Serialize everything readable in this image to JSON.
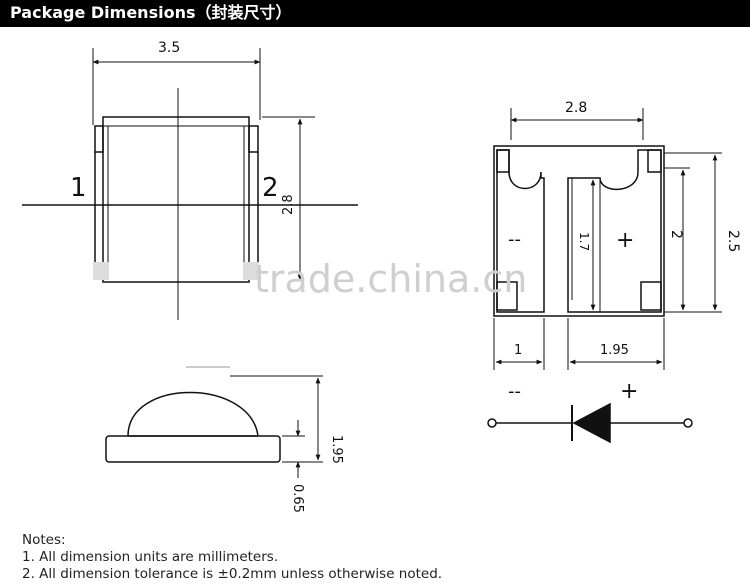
{
  "header": {
    "title": "Package Dimensions（封装尺寸）"
  },
  "top_view": {
    "dim_width": "3.5",
    "dim_height": "2.8",
    "pin1": "1",
    "pin2": "2"
  },
  "side_view": {
    "dim_dome": "1.95",
    "dim_base": "0.65"
  },
  "bottom_view": {
    "dim_width": "2.8",
    "dim_height_outer": "2.5",
    "dim_height_inner": "2",
    "dim_pad": "1.7",
    "dim_left": "1",
    "dim_right": "1.95",
    "minus": "--",
    "plus": "+"
  },
  "symbol": {
    "minus": "--",
    "plus": "+"
  },
  "watermark": "trade.china.cn",
  "notes": {
    "heading": "Notes:",
    "items": [
      "1. All dimension units are millimeters.",
      "2. All dimension tolerance is ±0.2mm unless otherwise noted."
    ]
  }
}
